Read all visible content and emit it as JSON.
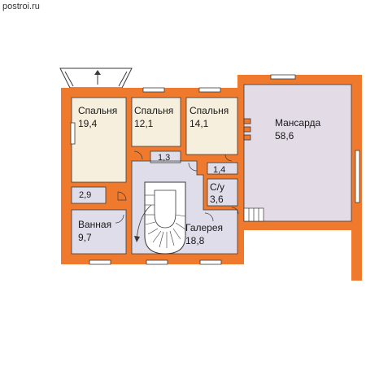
{
  "watermark": "postroi.ru",
  "colors": {
    "wall": "#ef7a2e",
    "wall_dark": "#d4641e",
    "attic_floor": "#e3dbe6",
    "bedroom_floor": "#f6efdd",
    "service_floor": "#dedde9",
    "window": "#ffffff",
    "line": "#3a3a3a"
  },
  "rooms": {
    "bedroom_1": {
      "name": "Спальня",
      "area": "19,4"
    },
    "bedroom_2": {
      "name": "Спальня",
      "area": "12,1"
    },
    "bedroom_3": {
      "name": "Спальня",
      "area": "14,1"
    },
    "attic": {
      "name": "Мансарда",
      "area": "58,6"
    },
    "closet_1": {
      "area": "1,3"
    },
    "closet_2": {
      "area": "2,9"
    },
    "closet_3": {
      "area": "1,4"
    },
    "wc": {
      "name": "С/у",
      "area": "3,6"
    },
    "bathroom": {
      "name": "Ванная",
      "area": "9,7"
    },
    "gallery": {
      "name": "Галерея",
      "area": "18,8"
    }
  }
}
